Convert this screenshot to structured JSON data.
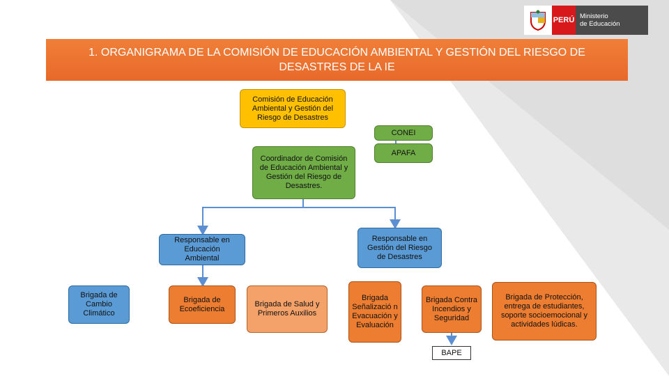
{
  "title": "1. ORGANIGRAMA DE LA COMISIÓN DE EDUCACIÓN AMBIENTAL Y GESTIÓN DEL RIESGO DE DESASTRES DE LA IE",
  "logo": {
    "country": "PERÚ",
    "ministry": "Ministerio\nde Educación"
  },
  "nodes": {
    "comision": "Comisión de Educación  Ambiental y Gestión del Riesgo de Desastres",
    "conei": "CONEI",
    "apafa": "APAFA",
    "coordinador": "Coordinador de Comisión de Educación Ambiental y Gestión del Riesgo de Desastres.",
    "resp_ambiental": "Responsable en Educación Ambiental",
    "resp_riesgo": "Responsable en Gestión del Riesgo  de Desastres",
    "brigada_cambio": "Brigada de Cambio Climático",
    "brigada_ecoef": "Brigada de Ecoeficiencia",
    "brigada_salud": "Brigada de Salud y Primeros Auxilios",
    "brigada_senal": "Brigada Señalizació n Evacuación y Evaluación",
    "brigada_incendios": "Brigada Contra Incendios y Seguridad",
    "brigada_proteccion": "Brigada de Protección, entrega de estudiantes, soporte socioemocional y actividades lúdicas.",
    "bape": "BAPE"
  },
  "colors": {
    "title_bar": "#ed7d31",
    "yellow": "#ffc000",
    "green": "#70ad47",
    "blue": "#5b9bd5",
    "orange": "#ed7d31",
    "background_shape": "#e6e6e6"
  }
}
